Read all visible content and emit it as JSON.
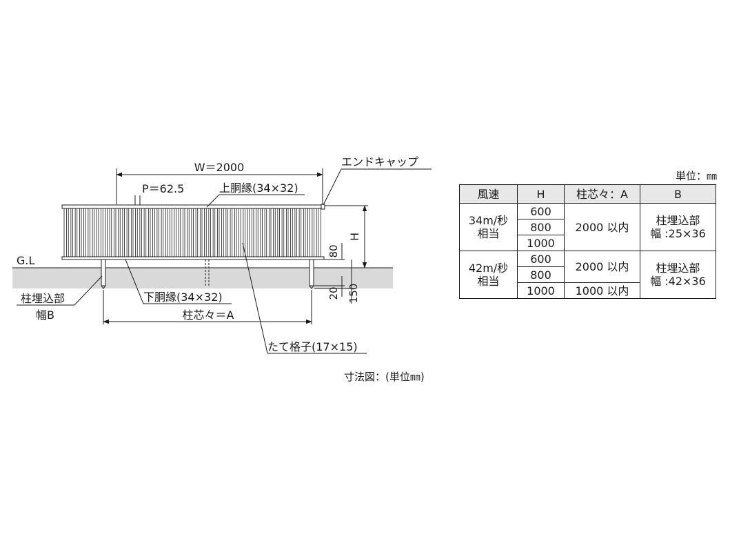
{
  "drawing": {
    "width_label": "W＝2000",
    "pitch_label": "P＝62.5",
    "end_cap_label": "エンドキャップ",
    "top_rail_label": "上胴縁(34×32)",
    "bottom_rail_label": "下胴縁(34×32)",
    "post_pitch_label": "柱芯々＝A",
    "picket_label": "たて格子(17×15)",
    "ground_label": "G.L",
    "embed_label_line1": "柱埋込部",
    "embed_label_line2": "幅B",
    "height_label": "H",
    "dim_80": "80",
    "dim_20": "20",
    "dim_150": "150",
    "caption": "寸法図：(単位㎜)"
  },
  "table": {
    "unit": "単位：㎜",
    "headers": [
      "風速",
      "H",
      "柱芯々：A",
      "B"
    ],
    "groups": [
      {
        "wind_line1": "34m/秒",
        "wind_line2": "相当",
        "heights": [
          "600",
          "800",
          "1000"
        ],
        "a_values": [
          "2000 以内"
        ],
        "b_line1": "柱埋込部",
        "b_line2": "幅 :25×36"
      },
      {
        "wind_line1": "42m/秒",
        "wind_line2": "相当",
        "heights": [
          "600",
          "800",
          "1000"
        ],
        "a_values": [
          "2000 以内",
          "1000 以内"
        ],
        "b_line1": "柱埋込部",
        "b_line2": "幅 :42×36"
      }
    ]
  }
}
